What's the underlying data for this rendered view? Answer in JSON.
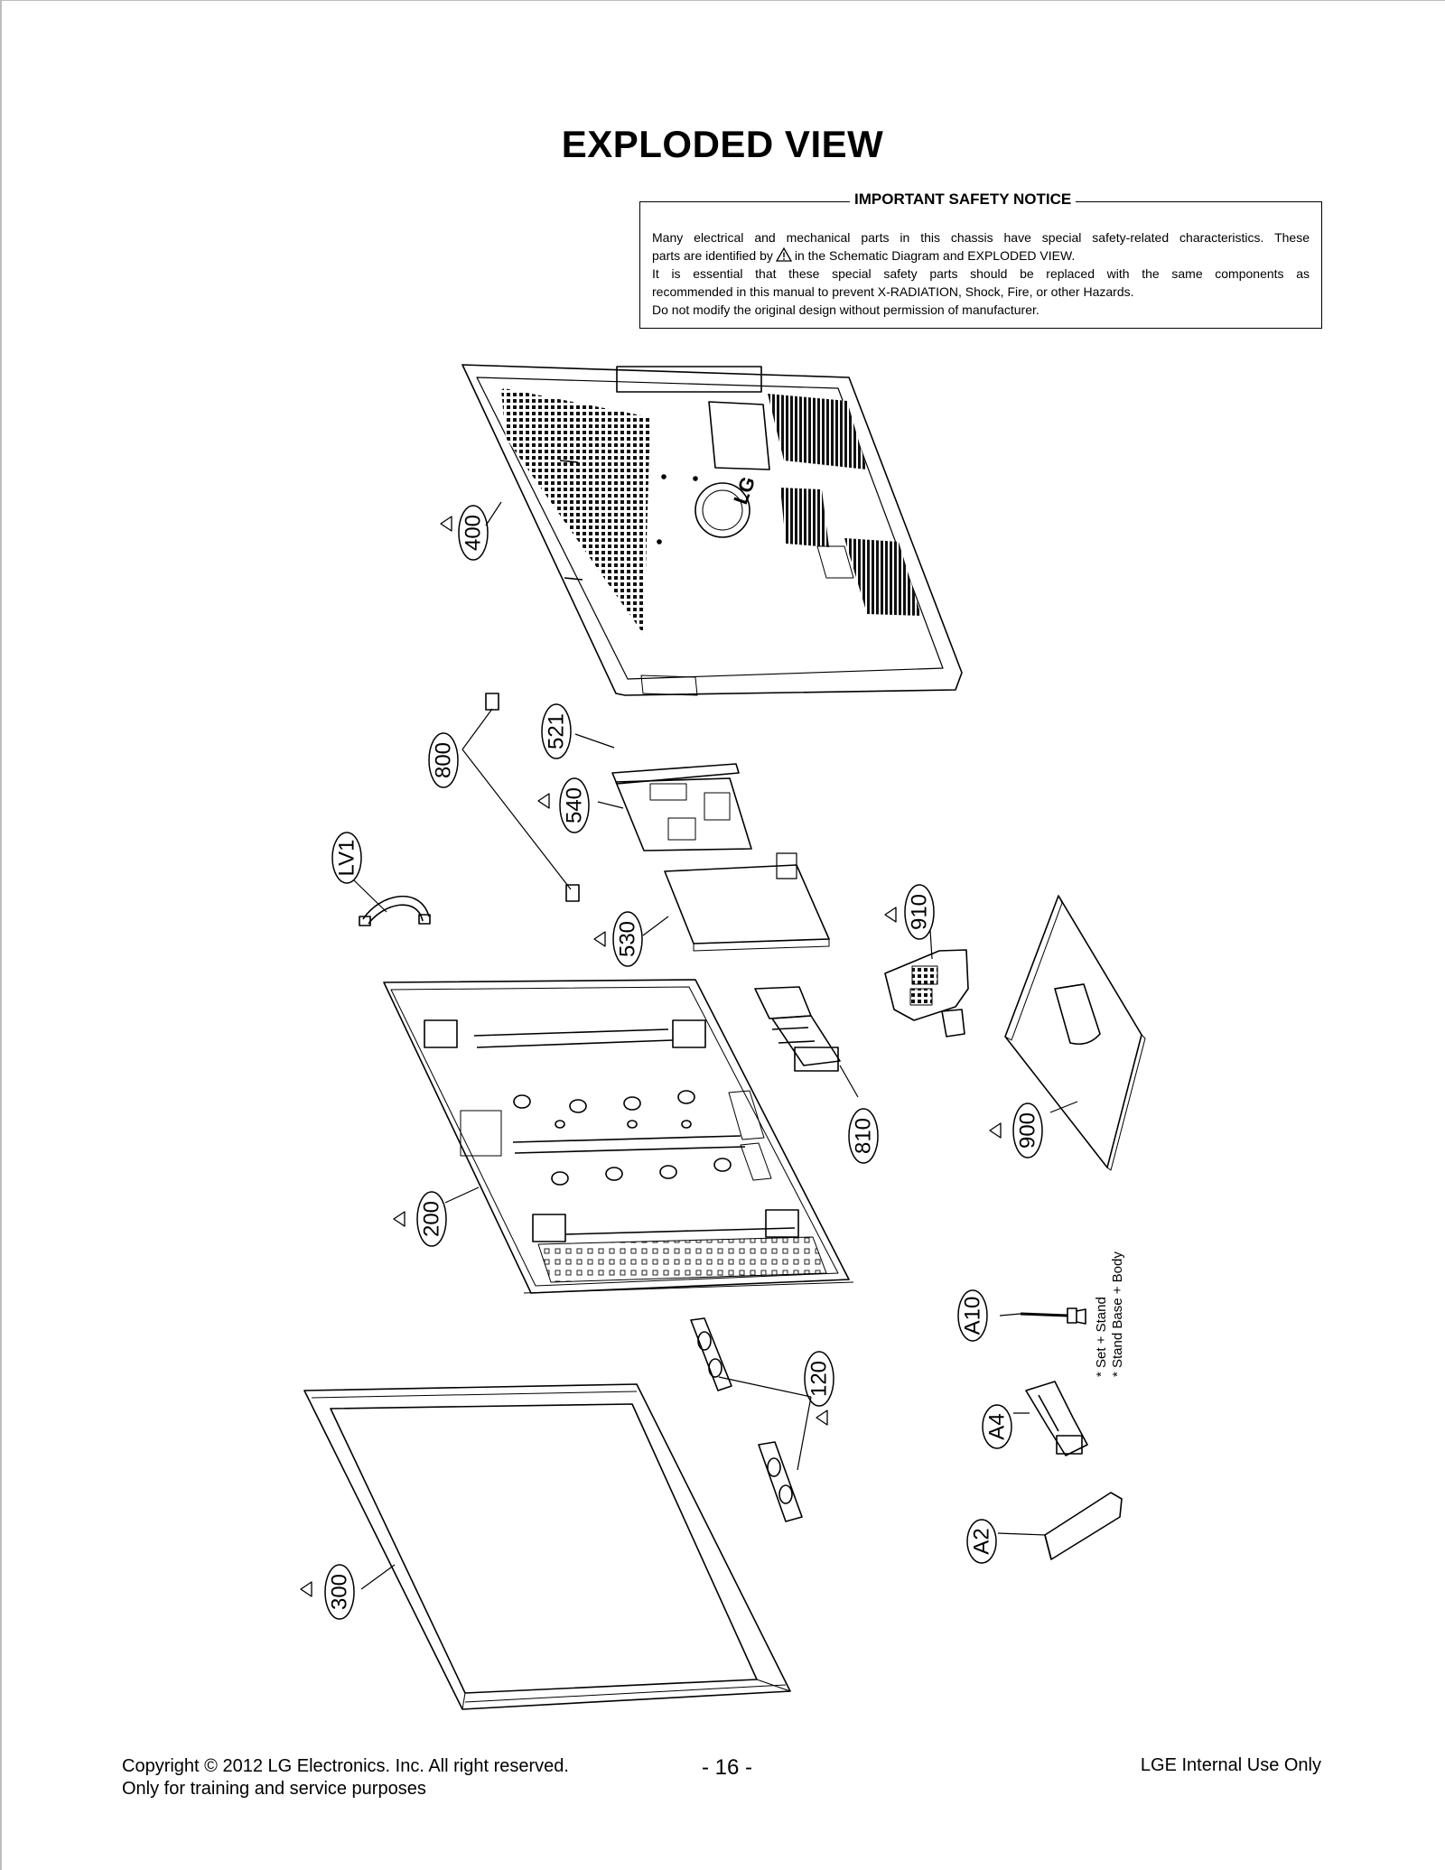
{
  "page": {
    "title": "EXPLODED VIEW"
  },
  "notice": {
    "title": "IMPORTANT SAFETY NOTICE",
    "line1": "Many electrical and mechanical parts in this chassis have special safety-related characteristics. These",
    "line2a": "parts are identified by",
    "line2b": "in the Schematic Diagram and EXPLODED VIEW.",
    "line3": "It is essential that these special safety parts should be replaced with the same components as",
    "line4": "recommended in this manual to prevent X-RADIATION, Shock, Fire, or other Hazards.",
    "line5": "Do not modify the original design without permission of manufacturer."
  },
  "diagram": {
    "parts": [
      "400",
      "521",
      "800",
      "540",
      "LV1",
      "530",
      "910",
      "200",
      "810",
      "900",
      "A10",
      "120",
      "A4",
      "A2",
      "300"
    ],
    "stand_note1": "* Set + Stand",
    "stand_note2": "* Stand Base + Body",
    "brand_logo": "LG"
  },
  "footer": {
    "copyright": "Copyright  © 2012 LG Electronics. Inc. All right reserved.",
    "purpose": "Only for training and service purposes",
    "page_number": "- 16 -",
    "internal": "LGE Internal Use Only"
  }
}
